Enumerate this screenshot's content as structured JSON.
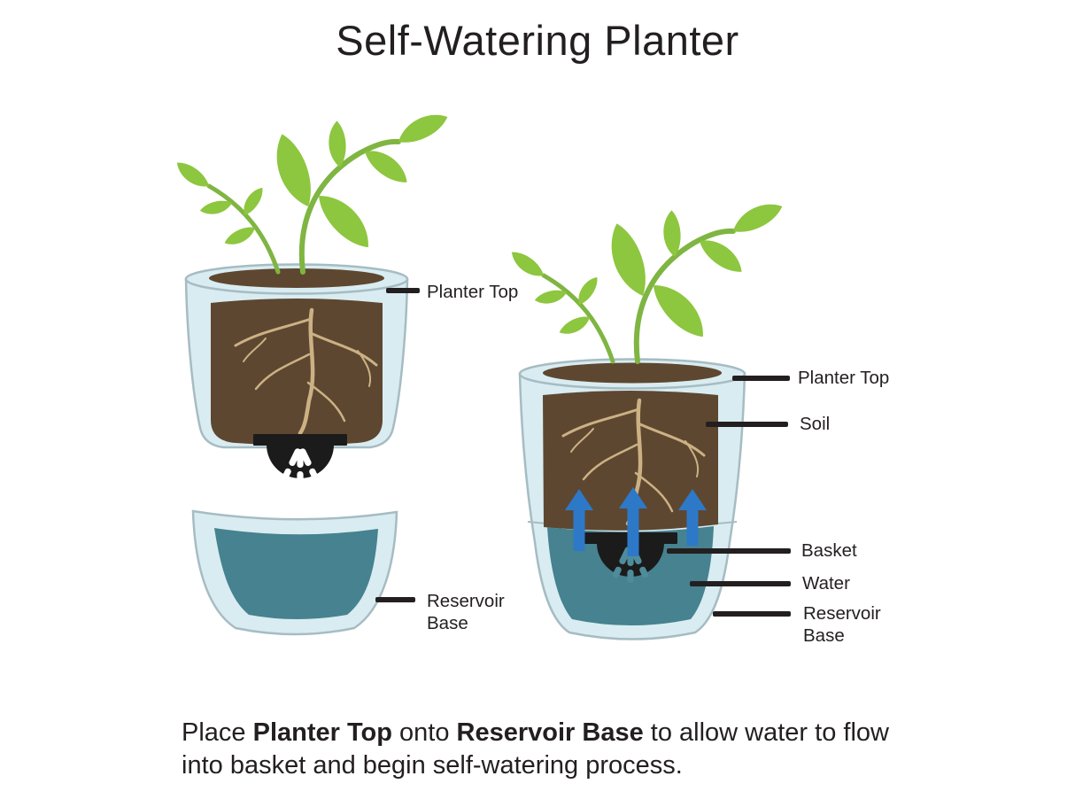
{
  "title": "Self-Watering Planter",
  "left_planter": {
    "view": "exploded-view",
    "labels": {
      "planter_top": "Planter Top",
      "reservoir_base_line1": "Reservoir",
      "reservoir_base_line2": "Base"
    }
  },
  "right_planter": {
    "view": "assembled-view",
    "labels": {
      "planter_top": "Planter Top",
      "soil": "Soil",
      "basket": "Basket",
      "water": "Water",
      "reservoir_base_line1": "Reservoir",
      "reservoir_base_line2": "Base"
    }
  },
  "caption": {
    "text_1": "Place ",
    "bold_1": "Planter Top",
    "text_2": " onto ",
    "bold_2": "Reservoir Base",
    "text_3": " to allow water to flow into basket and begin self-watering process."
  },
  "icons": {
    "plant": "plant-icon",
    "roots": "roots-icon",
    "basket": "basket-icon",
    "up_arrow": "up-arrow-icon"
  },
  "colors": {
    "ink": "#231f20",
    "pot_fill": "#d9ecf1",
    "pot_outline": "#a6bcc3",
    "soil": "#5e4730",
    "root": "#cbb184",
    "leaf": "#8dc63f",
    "stem": "#7fb542",
    "water": "#46828f",
    "water_slot": "#4f8c9b",
    "arrow": "#2e78c8",
    "basket": "#1b1b1b"
  }
}
